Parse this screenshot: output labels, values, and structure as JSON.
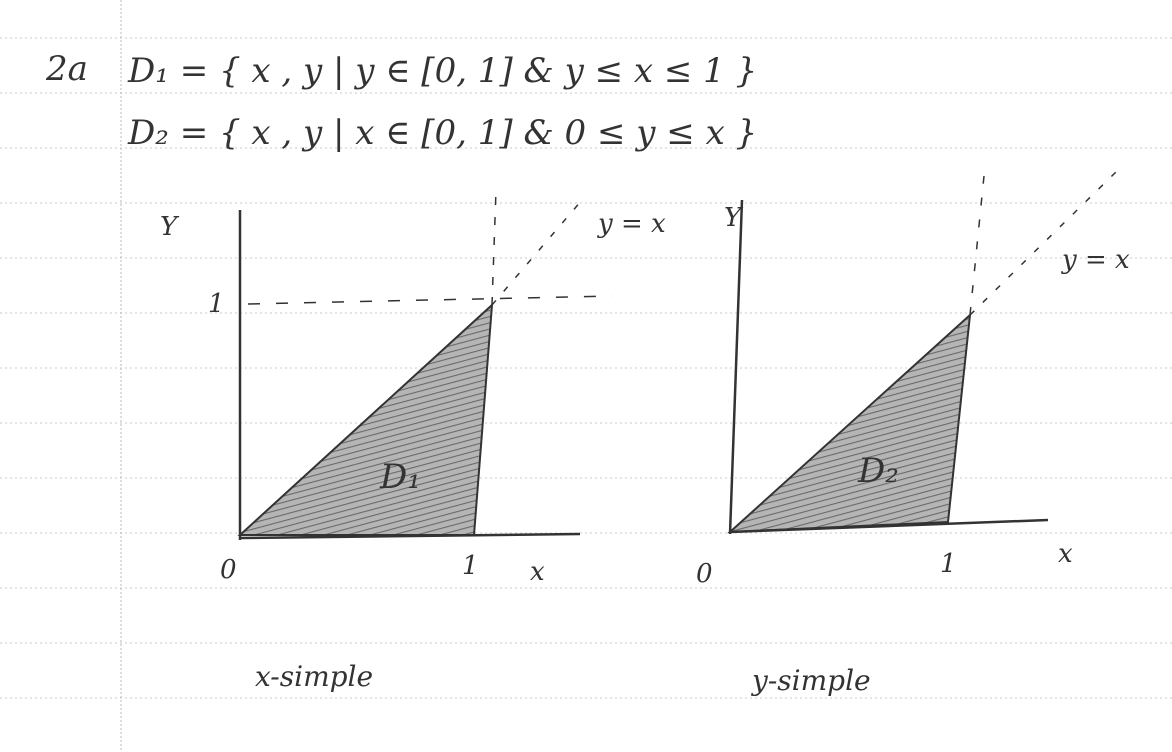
{
  "problem": {
    "number": "2a",
    "eq1": "D₁ = { x , y | y ∈ [0, 1] & y ≤ x ≤ 1 }",
    "eq2": "D₂ = { x , y | x ∈ [0, 1] & 0 ≤ y ≤ x }"
  },
  "graph_left": {
    "y_axis": "Y",
    "x_axis": "x",
    "origin": "0",
    "x_tick": "1",
    "y_tick": "1",
    "line_label": "y = x",
    "region_label": "D₁",
    "caption": "x-simple"
  },
  "graph_right": {
    "y_axis": "Y",
    "x_axis": "x",
    "origin": "0",
    "x_tick": "1",
    "line_label": "y = x",
    "region_label": "D₂",
    "caption": "y-simple"
  },
  "colors": {
    "ink": "#333333",
    "shade": "#8a8a8a",
    "rule": "#c8c8c8",
    "margin": "#bbbbbb"
  }
}
